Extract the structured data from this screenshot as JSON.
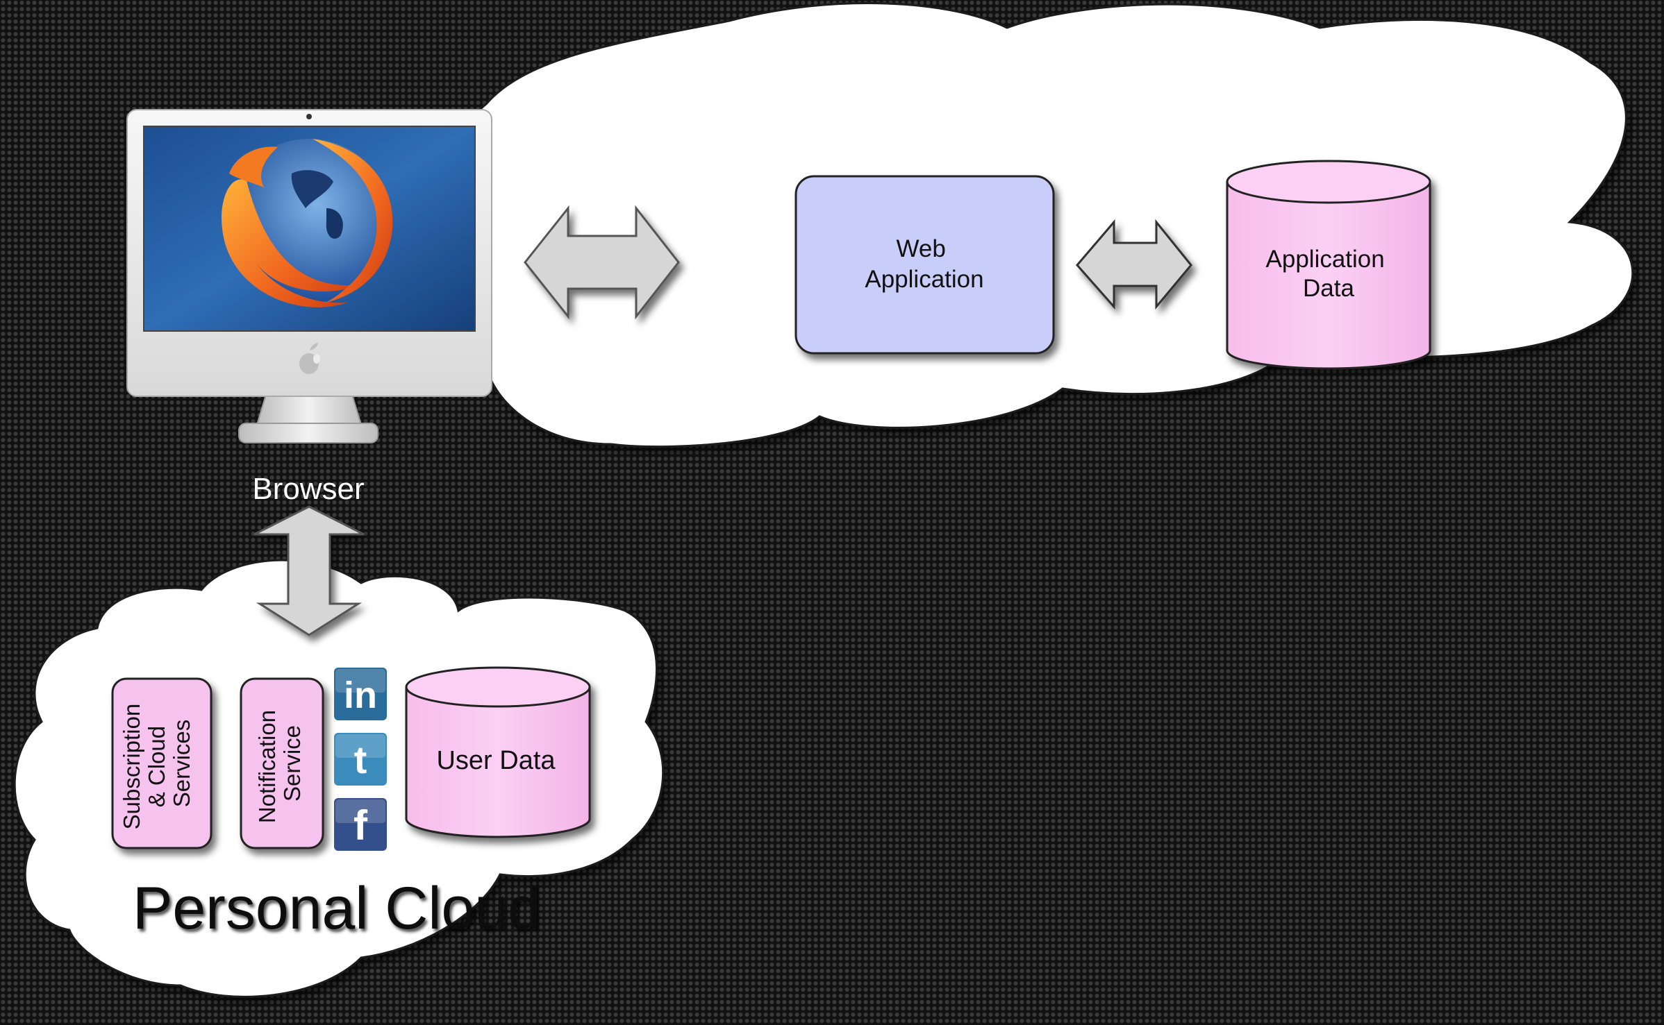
{
  "slide": {
    "browser_label": "Browser",
    "personal_cloud_label": "Personal Cloud",
    "web_application_lines": [
      "Web",
      "Application"
    ],
    "application_data_lines": [
      "Application",
      "Data"
    ],
    "user_data_label": "User Data",
    "subscription_lines": [
      "Subscription",
      "& Cloud",
      "Services"
    ],
    "notification_lines": [
      "Notification",
      "Service"
    ]
  },
  "social_icons": [
    {
      "name": "linkedin-icon",
      "glyph": "in",
      "color": "#2a6c9a"
    },
    {
      "name": "twitter-icon",
      "glyph": "t",
      "color": "#3c8bbd"
    },
    {
      "name": "facebook-icon",
      "glyph": "f",
      "color": "#34508c"
    }
  ],
  "colors": {
    "web_application_fill": "#c8cdf9",
    "database_fill": "#f9c3f0",
    "service_fill": "#f6c2ee",
    "arrow_fill": "#d6d6d6",
    "cloud_fill": "#ffffff"
  }
}
